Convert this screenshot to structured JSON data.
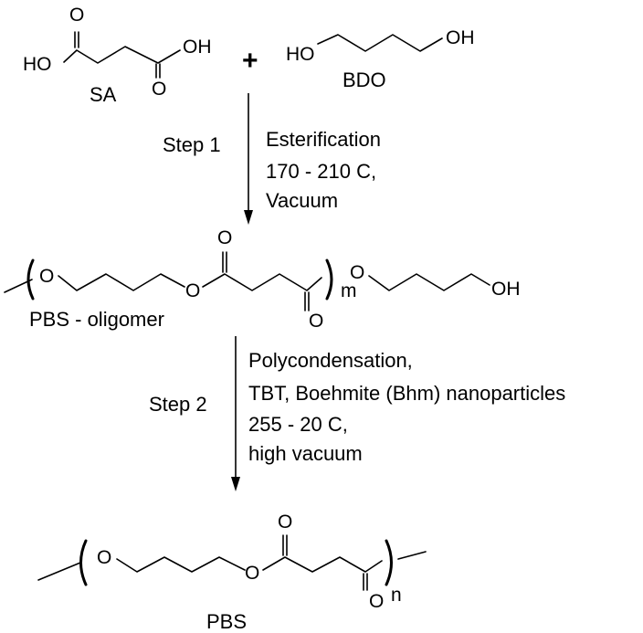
{
  "reactants": {
    "sa": {
      "name": "SA",
      "atoms": {
        "ho": "HO",
        "o_top": "O",
        "oh": "OH",
        "o_bottom": "O"
      }
    },
    "plus": "+",
    "bdo": {
      "name": "BDO",
      "atoms": {
        "ho": "HO",
        "oh": "OH"
      }
    }
  },
  "step1": {
    "label": "Step 1",
    "conditions": [
      "Esterification",
      "170 - 210 C,",
      "Vacuum"
    ]
  },
  "oligomer": {
    "name": "PBS - oligomer",
    "atoms": {
      "o1": "O",
      "o_carbonyl_top": "O",
      "o_ester": "O",
      "o_carbonyl_bottom": "O",
      "o2": "O",
      "oh": "OH"
    },
    "repeat_subscript": "m"
  },
  "step2": {
    "label": "Step 2",
    "conditions": [
      "Polycondensation,",
      "TBT, Boehmite (Bhm) nanoparticles",
      "255 - 20 C,",
      "high vacuum"
    ]
  },
  "polymer": {
    "name": "PBS",
    "atoms": {
      "o1": "O",
      "o_carbonyl_top": "O",
      "o_ester": "O",
      "o_carbonyl_bottom": "O"
    },
    "repeat_subscript": "n"
  }
}
